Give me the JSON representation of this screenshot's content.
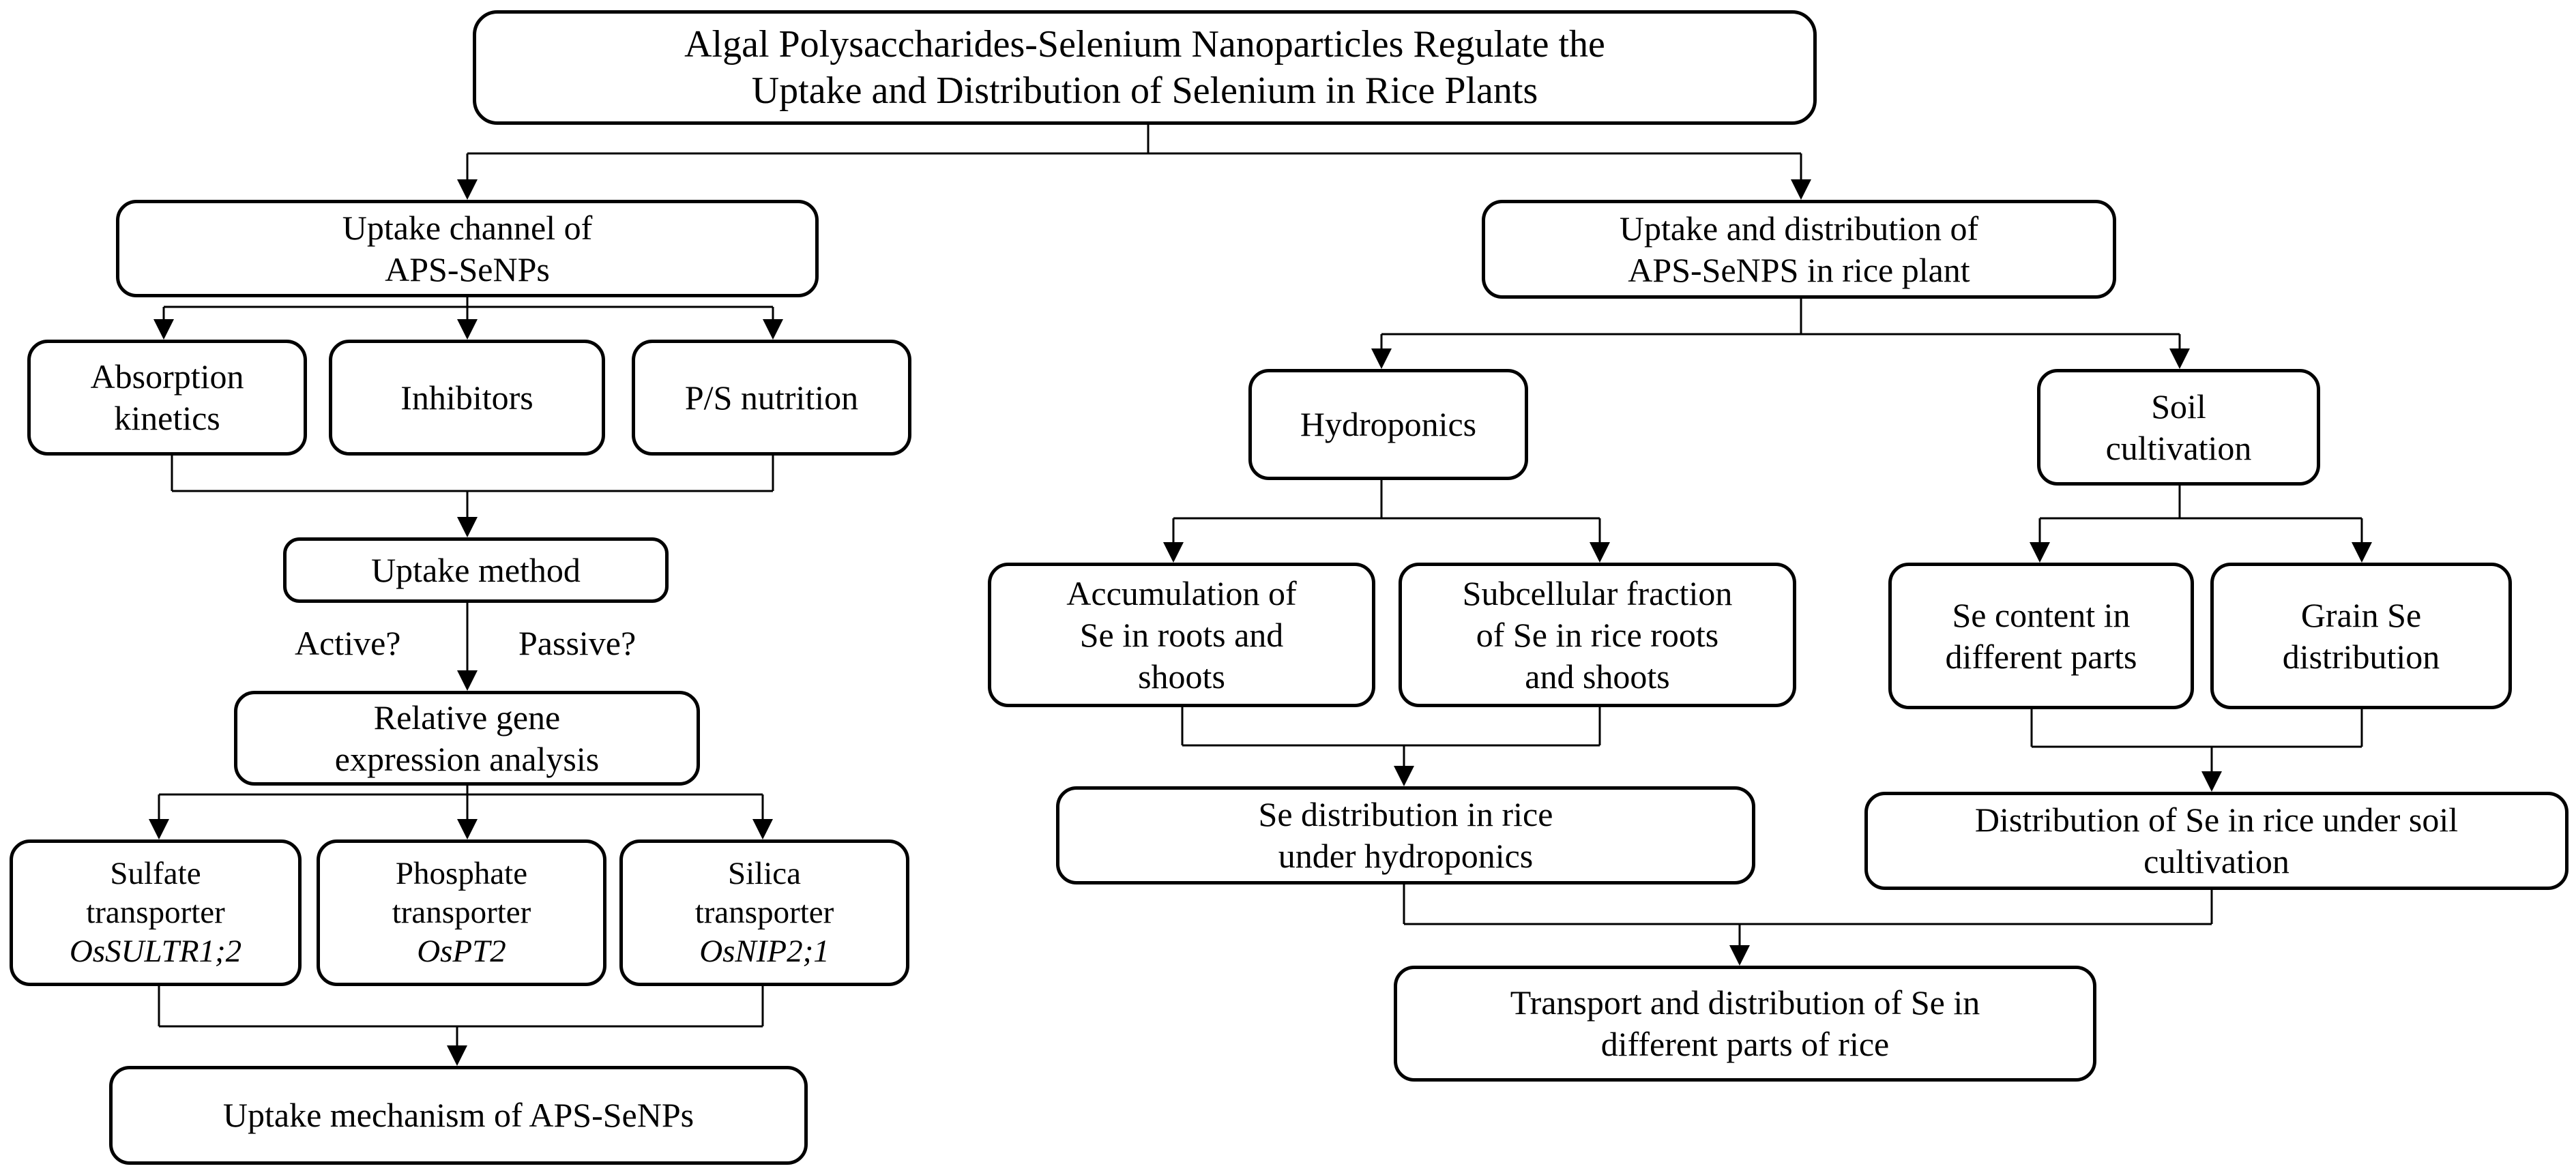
{
  "title": {
    "line1": "Algal Polysaccharides-Selenium Nanoparticles Regulate the",
    "line2": "Uptake and Distribution of Selenium in Rice Plants"
  },
  "left": {
    "uptake_channel": {
      "line1": "Uptake channel of",
      "line2": "APS-SeNPs"
    },
    "absorption_kinetics": {
      "line1": "Absorption",
      "line2": "kinetics"
    },
    "inhibitors": "Inhibitors",
    "ps_nutrition": "P/S nutrition",
    "uptake_method": "Uptake method",
    "active_label": "Active?",
    "passive_label": "Passive?",
    "gene_expression": {
      "line1": "Relative gene",
      "line2": "expression analysis"
    },
    "sulfate": {
      "line1": "Sulfate",
      "line2": "transporter",
      "gene": "OsSULTR1;2"
    },
    "phosphate": {
      "line1": "Phosphate",
      "line2": "transporter",
      "gene": "OsPT2"
    },
    "silica": {
      "line1": "Silica",
      "line2": "transporter",
      "gene": "OsNIP2;1"
    },
    "mechanism": "Uptake mechanism of APS-SeNPs"
  },
  "right": {
    "distribution": {
      "line1": "Uptake and distribution of",
      "line2": "APS-SeNPS in rice plant"
    },
    "hydroponics": "Hydroponics",
    "soil": {
      "line1": "Soil",
      "line2": "cultivation"
    },
    "accumulation": {
      "line1": "Accumulation of",
      "line2": "Se in roots and",
      "line3": "shoots"
    },
    "subcellular": {
      "line1": "Subcellular fraction",
      "line2": "of Se in rice roots",
      "line3": "and shoots"
    },
    "se_content": {
      "line1": "Se content in",
      "line2": "different parts"
    },
    "grain": {
      "line1": "Grain Se",
      "line2": "distribution"
    },
    "hydro_distribution": {
      "line1": "Se distribution in rice",
      "line2": "under hydroponics"
    },
    "soil_distribution": {
      "line1": "Distribution of Se in rice under soil",
      "line2": "cultivation"
    },
    "transport": {
      "line1": "Transport and distribution of Se in",
      "line2": "different parts of rice"
    }
  }
}
